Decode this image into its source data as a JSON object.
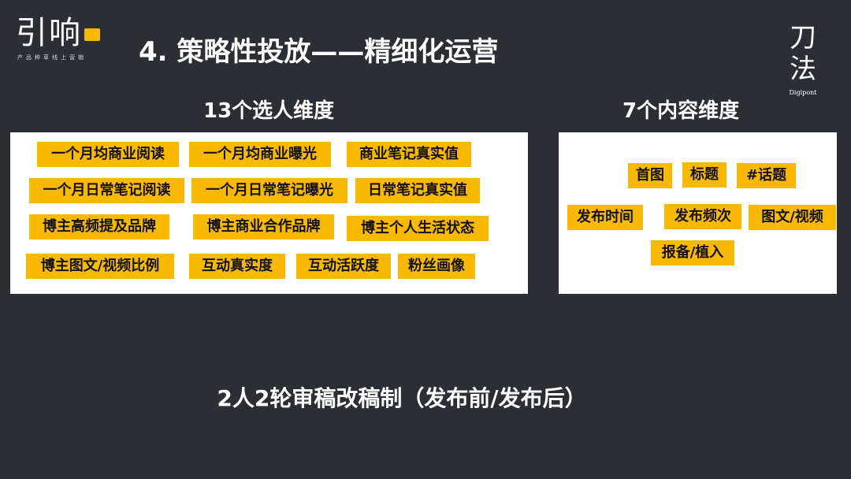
{
  "logo": {
    "main": "引响",
    "sub": "产品种草线上营销"
  },
  "brand": {
    "main": "刀法",
    "sub": "Digipont"
  },
  "title": "4. 策略性投放——精细化运营",
  "left_panel": {
    "heading": "13个选人维度",
    "tags": [
      "一个月均商业阅读",
      "一个月均商业曝光",
      "商业笔记真实值",
      "一个月日常笔记阅读",
      "一个月日常笔记曝光",
      "日常笔记真实值",
      "博主高频提及品牌",
      "博主商业合作品牌",
      "博主个人生活状态",
      "博主图文/视频比例",
      "互动真实度",
      "互动活跃度",
      "粉丝画像"
    ]
  },
  "right_panel": {
    "heading": "7个内容维度",
    "tags": [
      "首图",
      "标题",
      "#话题",
      "发布时间",
      "发布频次",
      "图文/视频",
      "报备/植入"
    ]
  },
  "footer": "2人2轮审稿改稿制（发布前/发布后）",
  "colors": {
    "background": "#2b2e34",
    "tag": "#f9b900"
  }
}
